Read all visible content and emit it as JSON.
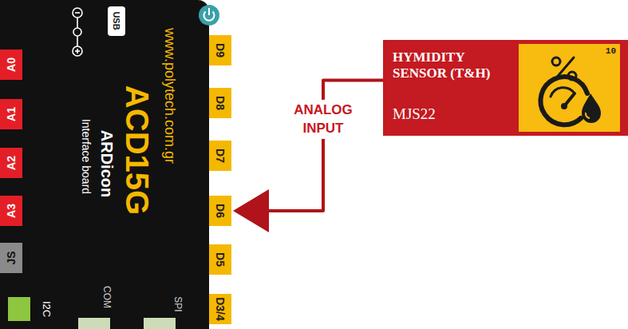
{
  "diagram": {
    "nodes": [
      {
        "text": [
          "www.polytech.com.gr",
          "ACD15G",
          "ARDicon",
          "Interface board"
        ]
      },
      {
        "text": [
          "A0"
        ],
        "in": 0
      },
      {
        "text": [
          "A1"
        ],
        "in": 0
      },
      {
        "text": [
          "A2"
        ],
        "in": 0
      },
      {
        "text": [
          "A3"
        ],
        "in": 0
      },
      {
        "text": [
          "JS"
        ],
        "in": 0
      },
      {
        "text": [
          "D9"
        ],
        "in": 0
      },
      {
        "text": [
          "D8"
        ],
        "in": 0
      },
      {
        "text": [
          "D7"
        ],
        "in": 0
      },
      {
        "text": [
          "D6"
        ],
        "in": 0
      },
      {
        "text": [
          "D5"
        ],
        "in": 0
      },
      {
        "text": [
          "D3/4"
        ],
        "in": 0
      },
      {
        "text": [
          "HYMIDITY SENSOR (T&H)",
          "MJS22"
        ]
      },
      {
        "text": [
          "10"
        ],
        "in": 12
      }
    ],
    "edges": [
      {
        "from": 12,
        "to": 9,
        "arrow": "to",
        "label": "ANALOG INPUT"
      }
    ],
    "labels": [
      "USB",
      "I2C",
      "COM",
      "SPI"
    ]
  }
}
